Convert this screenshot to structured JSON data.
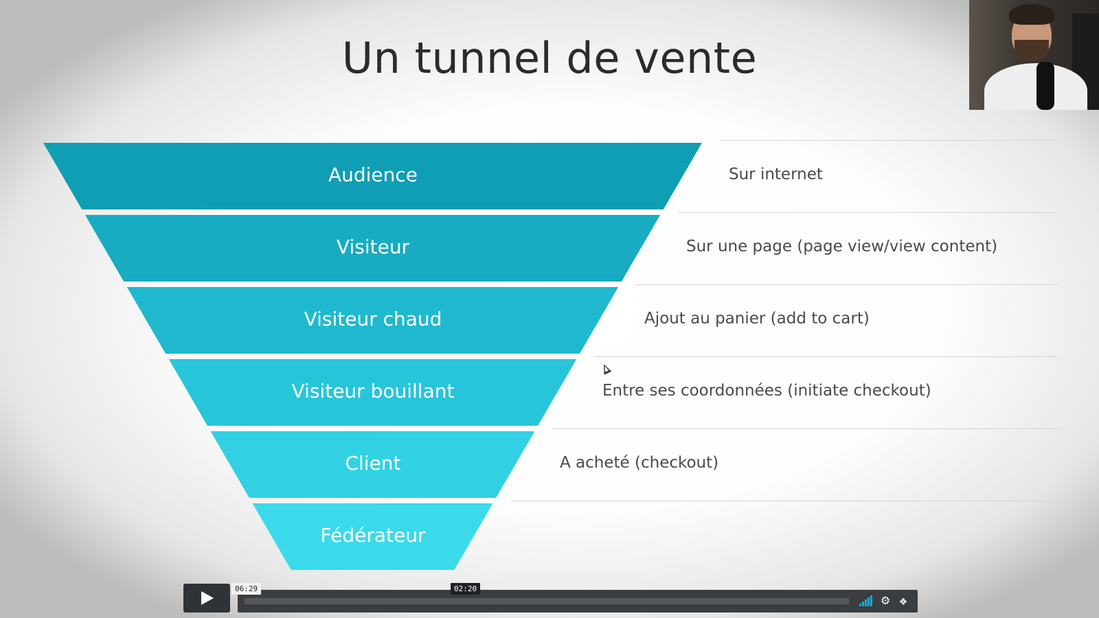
{
  "slide": {
    "title": "Un tunnel de vente"
  },
  "funnel": {
    "stages": [
      {
        "label": "Audience",
        "color": "#0f9eb3",
        "description": "Sur internet"
      },
      {
        "label": "Visiteur",
        "color": "#17acc2",
        "description": "Sur une page (page view/view content)"
      },
      {
        "label": "Visiteur chaud",
        "color": "#1fb9cf",
        "description": "Ajout au panier (add to cart)"
      },
      {
        "label": "Visiteur bouillant",
        "color": "#27c5da",
        "description": "Entre ses coordonnées (initiate checkout)"
      },
      {
        "label": "Client",
        "color": "#31d0e3",
        "description": "A acheté (checkout)"
      },
      {
        "label": "Fédérateur",
        "color": "#3bdaeb",
        "description": ""
      }
    ]
  },
  "player": {
    "current_time": "06:29",
    "hover_time": "02:20",
    "play_icon": "play-icon",
    "volume_icon": "volume-icon",
    "settings_icon": "gear-icon",
    "fullscreen_icon": "fullscreen-icon",
    "progress_fraction": 0.0,
    "accent_color": "#19a7d6"
  }
}
